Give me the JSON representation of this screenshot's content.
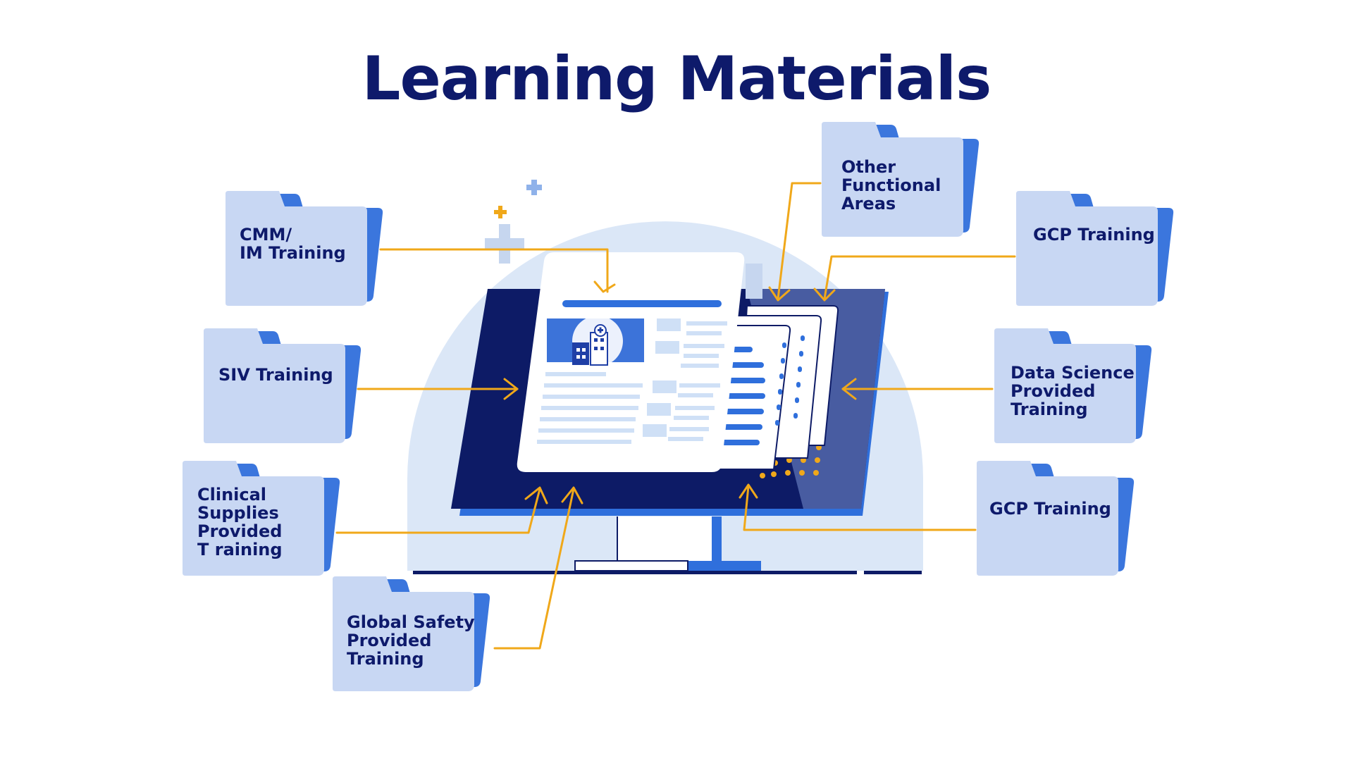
{
  "title": "Learning Materials",
  "folders": [
    {
      "id": "cmm-im-training",
      "lines": [
        "CMM/",
        "IM Training"
      ]
    },
    {
      "id": "siv-training",
      "lines": [
        "SIV Training"
      ]
    },
    {
      "id": "clinical-supplies-training",
      "lines": [
        "Clinical",
        "Supplies",
        "Provided",
        "T raining"
      ]
    },
    {
      "id": "global-safety-training",
      "lines": [
        "Global Safety",
        "Provided",
        "Training"
      ]
    },
    {
      "id": "other-functional-areas",
      "lines": [
        "Other",
        "Functional",
        "Areas"
      ]
    },
    {
      "id": "gcp-training-top",
      "lines": [
        "GCP Training"
      ]
    },
    {
      "id": "data-science-training",
      "lines": [
        "Data Science",
        "Provided",
        "Training"
      ]
    },
    {
      "id": "gcp-training-bottom",
      "lines": [
        "GCP Training"
      ]
    }
  ],
  "colors": {
    "title": "#0e1a6b",
    "folder_front": "#c8d7f3",
    "folder_back": "#3b76dd",
    "arrow": "#f0a81a",
    "monitor_dark": "#0d1b66",
    "monitor_blue": "#2f6fdc",
    "background_circle": "#dbe7f7"
  },
  "icons": [
    "folder-icon",
    "monitor-icon",
    "document-icon",
    "hospital-icon",
    "plus-icon",
    "arrow-icon"
  ]
}
